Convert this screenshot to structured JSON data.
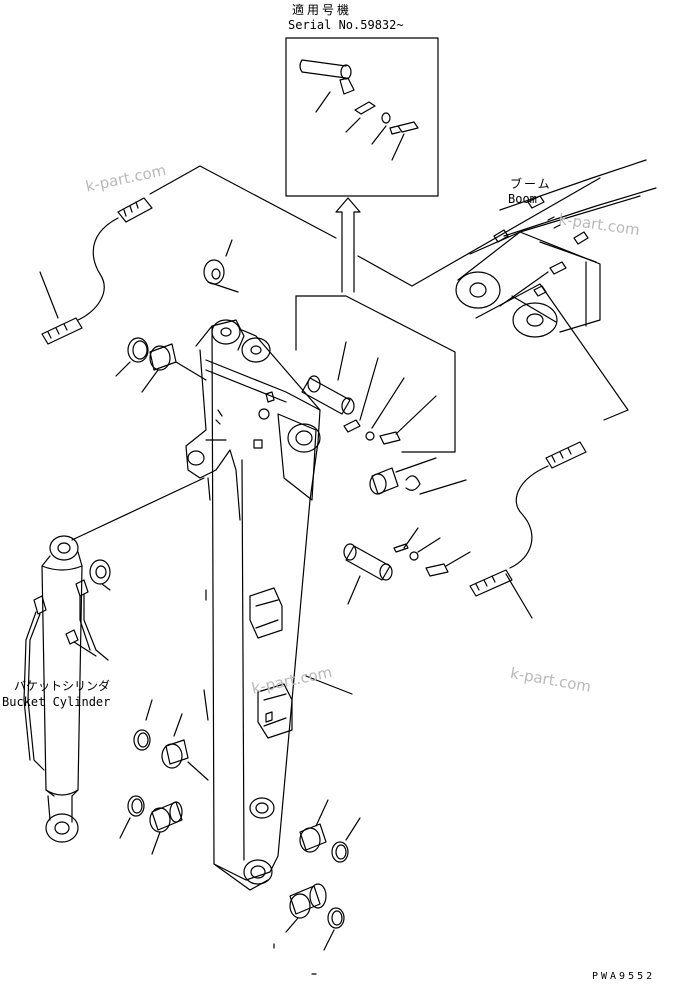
{
  "inset": {
    "title_jp": "適用号機",
    "title_en": "Serial No.59832~"
  },
  "labels": {
    "boom_jp": "ブーム",
    "boom_en": "Boom",
    "bucket_cylinder_jp": "バケットシリンダ",
    "bucket_cylinder_en": "Bucket Cylinder"
  },
  "watermark": "k-part.com",
  "figure_code": "PWA9552"
}
